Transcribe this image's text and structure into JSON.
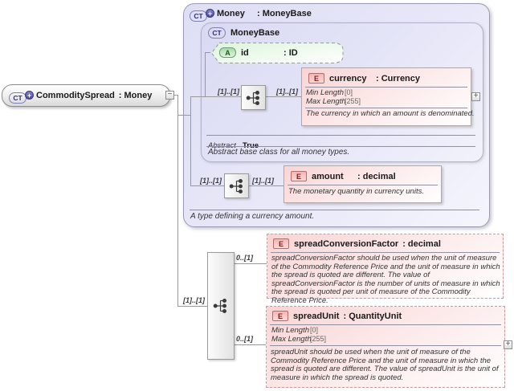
{
  "root_element": {
    "badge": "CT",
    "name": "CommoditySpread",
    "type": ": Money"
  },
  "money": {
    "badge": "CT",
    "name": "Money",
    "type": ": MoneyBase",
    "annotation": "A type defining a currency amount.",
    "moneybase": {
      "badge": "CT",
      "name": "MoneyBase",
      "attr_id": {
        "badge": "A",
        "name": "id",
        "type": ": ID"
      },
      "currency": {
        "badge": "E",
        "name": "currency",
        "type": ": Currency",
        "facet1_name": "Min Length",
        "facet1_value": "[0]",
        "facet2_name": "Max Length",
        "facet2_value": "[255]",
        "annotation": "The currency in which an amount is denominated."
      },
      "abstract_label": "Abstract",
      "abstract_value": "True",
      "annotation": "Abstract base class for all money types."
    },
    "amount": {
      "badge": "E",
      "name": "amount",
      "type": ": decimal",
      "annotation": "The monetary quantity in currency units."
    }
  },
  "spread_conversion_factor": {
    "badge": "E",
    "name": "spreadConversionFactor",
    "type": ": decimal",
    "annotation": "spreadConversionFactor should be used when the unit of measure of the Commodity Reference Price and the unit of measure in which the spread is quoted are different. The value of spreadConversionFactor is the number of units of measure in which the spread is quoted per unit of measure of the Commodity Reference Price."
  },
  "spread_unit": {
    "badge": "E",
    "name": "spreadUnit",
    "type": ": QuantityUnit",
    "facet1_name": "Min Length",
    "facet1_value": "[0]",
    "facet2_name": "Max Length",
    "facet2_value": "[255]",
    "annotation": "spreadUnit should be used when the unit of measure of the Commodity Reference Price and the unit of measure in which the spread is quoted are different. The value of spreadUnit is the unit of measure in which the spread is quoted."
  },
  "cardinalities": {
    "seq1_left": "[1]..[1]",
    "seq1_right": "[1]..[1]",
    "seq2_left": "[1]..[1]",
    "seq2_right": "[1]..[1]",
    "seq3_left": "[1]..[1]",
    "seq3_top": "0..[1]",
    "seq3_bottom": "0..[1]"
  },
  "icons": {
    "plus": "+",
    "minus": "−"
  },
  "colors": {
    "element_fill": "#f9d4d4",
    "attribute_fill": "#e0f4e0",
    "type_fill": "#dedef5",
    "connector_line": "#989898"
  }
}
